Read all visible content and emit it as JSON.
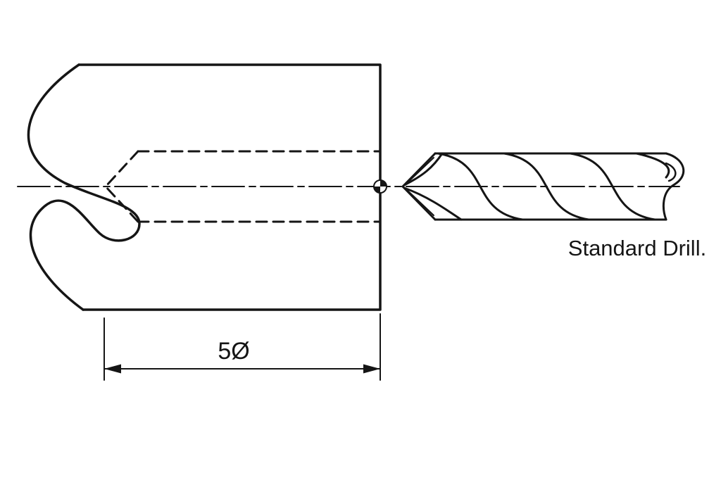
{
  "figure": {
    "drill_label": "Standard Drill.",
    "dimension_label": "5Ø",
    "colors": {
      "line": "#151515",
      "background": "#ffffff"
    },
    "legend": {
      "center_mark": "datum-center-mark",
      "hidden_lines": "pilot-hole-hidden-outline",
      "break_line": "round-stock-break"
    }
  }
}
